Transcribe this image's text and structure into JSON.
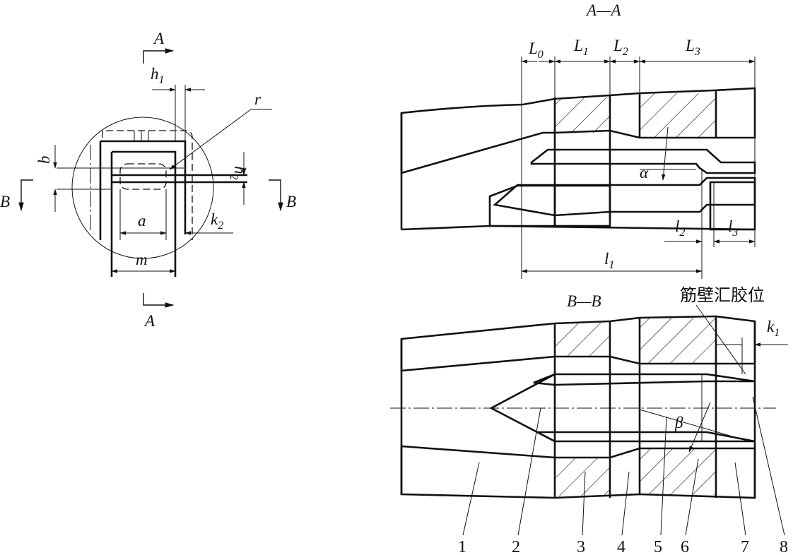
{
  "section_aa": {
    "title": "A—A"
  },
  "section_bb": {
    "title": "B—B"
  },
  "rib_label": "筋壁汇胶位",
  "front_view": {
    "section_letter_a": "A",
    "section_letter_b": "B",
    "dims": {
      "h": "h",
      "h1_sub": "1",
      "h2_sub": "2",
      "b": "b",
      "r": "r",
      "a": "a",
      "m": "m",
      "k": "k",
      "k2_sub": "2"
    }
  },
  "aa_dims": {
    "L": "L",
    "l": "l",
    "L0_sub": "0",
    "L1_sub": "1",
    "L2_sub": "2",
    "L3_sub": "3",
    "l1_sub": "1",
    "l2_sub": "2",
    "l3_sub": "3",
    "alpha": "α"
  },
  "bb_dims": {
    "k": "k",
    "k1_sub": "1",
    "beta": "β"
  },
  "part_numbers": [
    "1",
    "2",
    "3",
    "4",
    "5",
    "6",
    "7",
    "8"
  ]
}
